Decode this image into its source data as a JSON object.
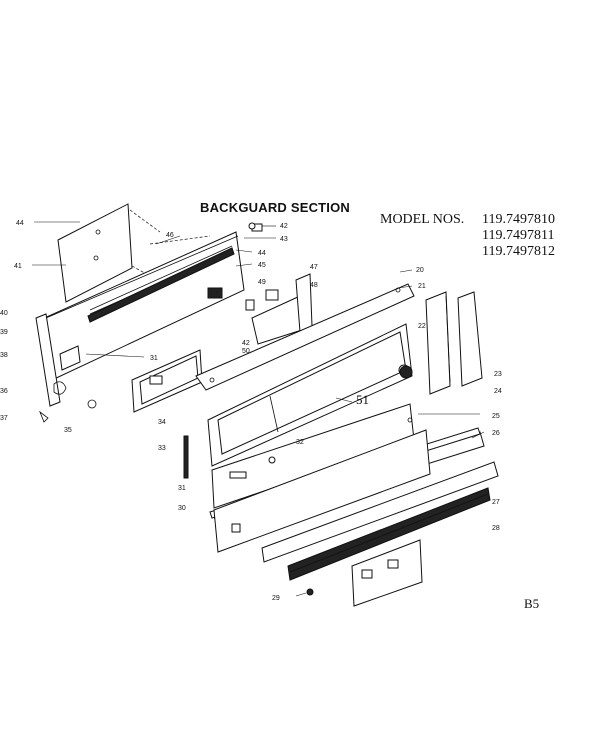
{
  "title": "BACKGUARD SECTION",
  "model_label": "MODEL NOS.",
  "model_numbers": [
    "119.7497810",
    "119.7497811",
    "119.7497812"
  ],
  "page_code": "B5",
  "callouts": {
    "c44": "44",
    "c41": "41",
    "c46": "46",
    "c42a": "42",
    "c43": "43",
    "c44b": "44",
    "c45": "45",
    "c47": "47",
    "c48": "48",
    "c49": "49",
    "c20": "20",
    "c21": "21",
    "c22": "22",
    "c23": "23",
    "c24": "24",
    "c25": "25",
    "c26": "26",
    "c27": "27",
    "c28": "28",
    "c29": "29",
    "c30": "30",
    "c31": "31",
    "c31b": "31",
    "c32": "32",
    "c33": "33",
    "c34": "34",
    "c35": "35",
    "c36": "36",
    "c37": "37",
    "c38": "38",
    "c39": "39",
    "c40": "40",
    "c42b": "42",
    "c50": "50",
    "c51": "51"
  }
}
